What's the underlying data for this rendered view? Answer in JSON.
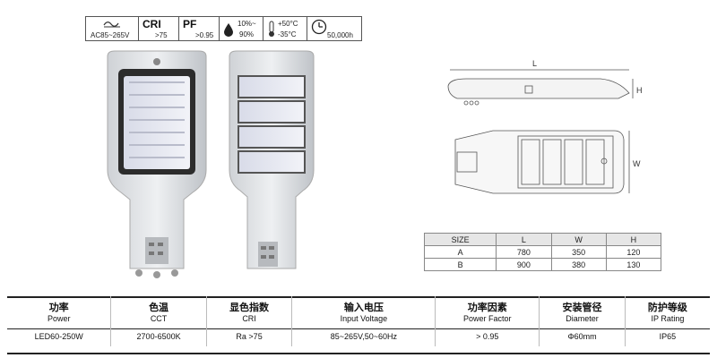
{
  "specs": {
    "voltage": "AC85~265V",
    "cri_label": "CRI",
    "cri_value": ">75",
    "pf_label": "PF",
    "pf_value": ">0.95",
    "humidity_top": "10%~",
    "humidity_bottom": "90%",
    "temp_top": "+50°C",
    "temp_bottom": "-35°C",
    "lifetime": "50,000h",
    "icons": [
      "ac-wave-icon",
      "humidity-drop-icon",
      "thermometer-icon",
      "clock-icon"
    ]
  },
  "drawing": {
    "length_label": "L",
    "height_label": "H",
    "width_label": "W"
  },
  "size_table": {
    "headers": [
      "SIZE",
      "L",
      "W",
      "H"
    ],
    "rows": [
      [
        "A",
        "780",
        "350",
        "120"
      ],
      [
        "B",
        "900",
        "380",
        "130"
      ]
    ]
  },
  "main_table": {
    "headers_cn": [
      "功率",
      "色温",
      "显色指数",
      "输入电压",
      "功率因素",
      "安装管径",
      "防护等级"
    ],
    "headers_en": [
      "Power",
      "CCT",
      "CRI",
      "Input Voltage",
      "Power Factor",
      "Diameter",
      "IP Rating"
    ],
    "values": [
      "LED60-250W",
      "2700-6500K",
      "Ra >75",
      "85~265V,50~60Hz",
      "> 0.95",
      "Φ60mm",
      "IP65"
    ]
  }
}
